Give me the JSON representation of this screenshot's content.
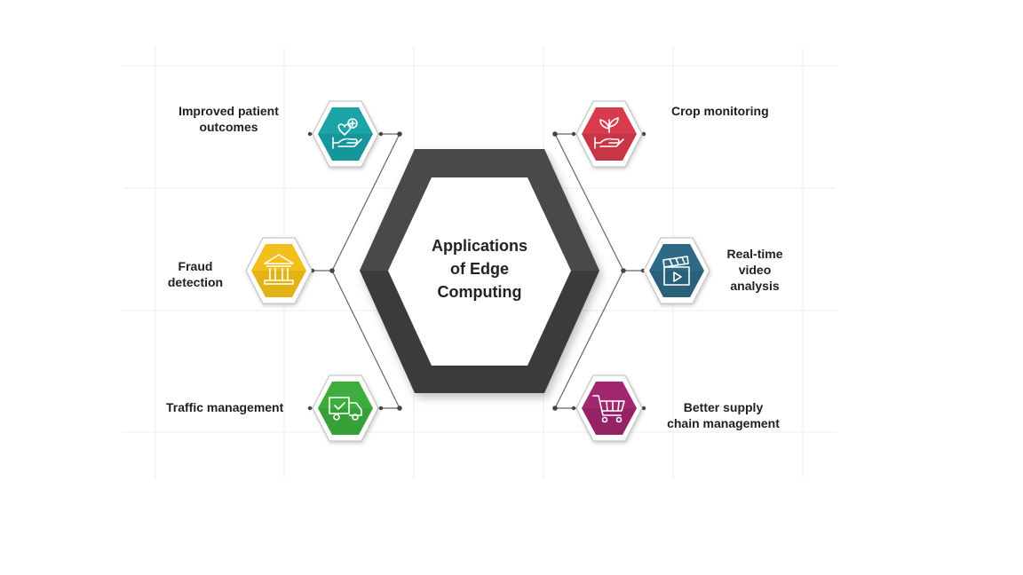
{
  "center": {
    "title": "Applications\nof Edge\nComputing",
    "ring_color": "#3a3a3a"
  },
  "nodes": [
    {
      "id": "patient",
      "label": "Improved patient\noutcomes",
      "icon": "heart-hand-icon",
      "color": "#1aa3a8"
    },
    {
      "id": "fraud",
      "label": "Fraud\ndetection",
      "icon": "bank-icon",
      "color": "#f2bf1a"
    },
    {
      "id": "traffic",
      "label": "Traffic management",
      "icon": "truck-icon",
      "color": "#3eae3e"
    },
    {
      "id": "crop",
      "label": "Crop monitoring",
      "icon": "plant-hand-icon",
      "color": "#d83a4e"
    },
    {
      "id": "video",
      "label": "Real-time\nvideo\nanalysis",
      "icon": "clapperboard-icon",
      "color": "#2f6a85"
    },
    {
      "id": "supply",
      "label": "Better supply\nchain management",
      "icon": "cart-icon",
      "color": "#a3286f"
    }
  ]
}
